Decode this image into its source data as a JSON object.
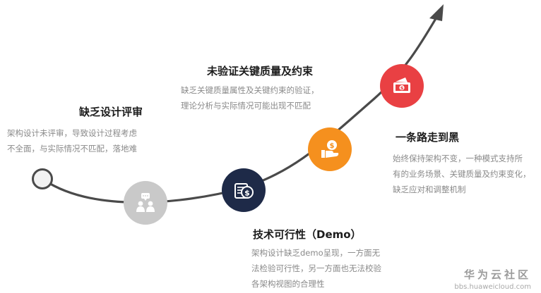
{
  "steps": [
    {
      "title": "缺乏设计评审",
      "desc_lines": [
        "架构设计未评审，导致设计过程考虑",
        "不全面，与实际情况不匹配，落地难"
      ],
      "color": "#c9c9c9",
      "icon": "people-chat-icon"
    },
    {
      "title": "技术可行性（Demo）",
      "desc_lines": [
        "架构设计缺乏demo呈现，一方面无",
        "法检验可行性，另一方面也无法校验",
        "各架构视图的合理性"
      ],
      "color": "#1e2a48",
      "icon": "coins-icon"
    },
    {
      "title": "未验证关键质量及约束",
      "desc_lines": [
        "缺乏关键质量属性及关键约束的验证，",
        "理论分析与实际情况可能出现不匹配"
      ],
      "color": "#f5901e",
      "icon": "hand-coin-icon"
    },
    {
      "title": "一条路走到黑",
      "desc_lines": [
        "始终保持架构不变，一种模式支持所",
        "有的业务场景、关键质量及约束变化，",
        "缺乏应对和调整机制"
      ],
      "color": "#e94043",
      "icon": "wallet-card-icon"
    }
  ],
  "watermark": {
    "name": "华为云社区",
    "url": "bbs.huaweicloud.com"
  }
}
